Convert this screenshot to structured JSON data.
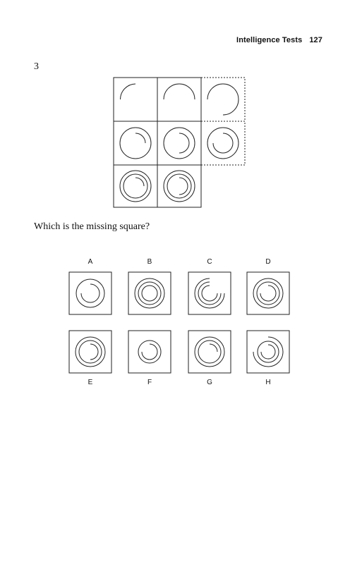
{
  "header": {
    "title": "Intelligence Tests",
    "page_number": "127"
  },
  "question_number": "3",
  "question_text": "Which is the missing square?",
  "options": [
    "A",
    "B",
    "C",
    "D",
    "E",
    "F",
    "G",
    "H"
  ],
  "grid": {
    "rows": 3,
    "cols": 3,
    "missing_cell": "row 3, column 3",
    "cells": [
      {
        "row": 1,
        "col": 1,
        "content": "short arc"
      },
      {
        "row": 1,
        "col": 2,
        "content": "half-circle arc"
      },
      {
        "row": 1,
        "col": 3,
        "content": "three-quarter arc"
      },
      {
        "row": 2,
        "col": 1,
        "content": "circle with short inner arc"
      },
      {
        "row": 2,
        "col": 2,
        "content": "circle with half inner arc"
      },
      {
        "row": 2,
        "col": 3,
        "content": "circle with three-quarter inner arc"
      },
      {
        "row": 3,
        "col": 1,
        "content": "two circles with short inner arc"
      },
      {
        "row": 3,
        "col": 2,
        "content": "two circles with half inner arc"
      }
    ]
  }
}
